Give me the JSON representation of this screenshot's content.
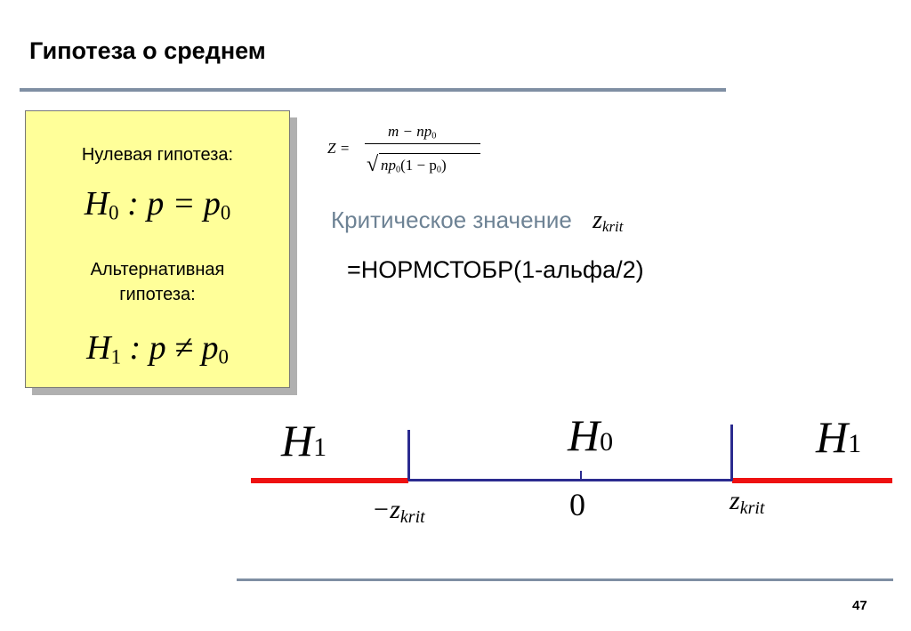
{
  "slide": {
    "title": "Гипотеза о среднем",
    "page_number": "47"
  },
  "hypotheses_box": {
    "null_label": "Нулевая гипотеза:",
    "null_H": "H",
    "null_H_sub": "0",
    "null_rest": " : p = p",
    "null_rest_sub": "0",
    "alt_label": "Альтернативная гипотеза:",
    "alt_H": "H",
    "alt_H_sub": "1",
    "alt_rest": " : p ≠ p",
    "alt_rest_sub": "0",
    "background": "#ffff99"
  },
  "statistic": {
    "lhs": "Z =",
    "numerator": "m − np",
    "numerator_sub": "0",
    "denominator": "np",
    "denominator_sub": "0",
    "denominator_rest": "(1 − p",
    "denominator_rest_sub": "0",
    "denominator_close": ")"
  },
  "critical": {
    "label": "Критическое значение",
    "symbol": "z",
    "symbol_sub": "krit",
    "formula": "=НОРМСТОБР(1-альфа/2)"
  },
  "number_line": {
    "left_region": {
      "H": "H",
      "sub": "1"
    },
    "center_region": {
      "H": "H",
      "sub": "0"
    },
    "right_region": {
      "H": "H",
      "sub": "1"
    },
    "left_tick": {
      "text": "−z",
      "sub": "krit"
    },
    "zero_tick": "0",
    "right_tick": {
      "text": "z",
      "sub": "krit"
    },
    "rejection_color": "#ee1111",
    "acceptance_color": "#2b2b8f"
  },
  "colors": {
    "rule": "#7f8fa3",
    "subtitle": "#6d8294"
  }
}
